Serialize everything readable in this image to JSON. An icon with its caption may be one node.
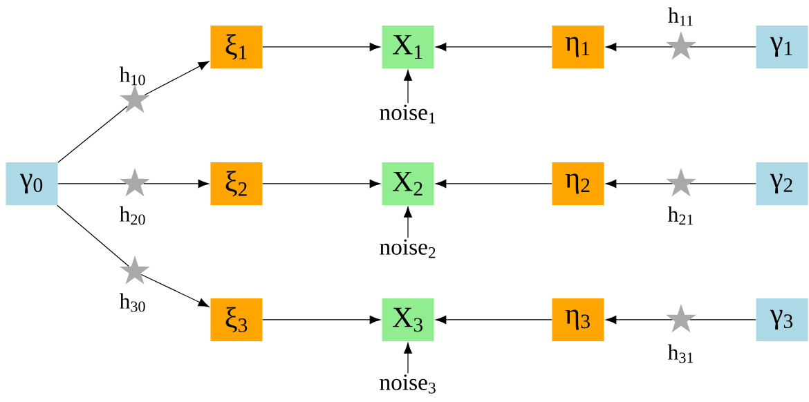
{
  "diagram": {
    "nodes": [
      {
        "text": [
          "γ$_{0}$"
        ]
      },
      {
        "text": [],
        "shape": "star",
        "beside": [
          "h$_{10}$"
        ]
      },
      {
        "text": [
          "ξ$_{1}$"
        ]
      },
      {
        "text": [
          "X$_{1}$"
        ]
      },
      {
        "text": [
          "η$_{1}$"
        ]
      },
      {
        "text": [],
        "shape": "star",
        "beside": [
          "h$_{11}$"
        ]
      },
      {
        "text": [
          "γ$_{1}$"
        ]
      },
      {
        "text": [
          "noise$_{1}$"
        ]
      },
      {
        "text": [],
        "shape": "star",
        "beside": [
          "h$_{20}$"
        ]
      },
      {
        "text": [
          "ξ$_{2}$"
        ]
      },
      {
        "text": [
          "X$_{2}$"
        ]
      },
      {
        "text": [
          "η$_{2}$"
        ]
      },
      {
        "text": [],
        "shape": "star",
        "beside": [
          "h$_{21}$"
        ]
      },
      {
        "text": [
          "γ$_{2}$"
        ]
      },
      {
        "text": [
          "noise$_{2}$"
        ]
      },
      {
        "text": [],
        "shape": "star",
        "beside": [
          "h$_{30}$"
        ]
      },
      {
        "text": [
          "ξ$_{3}$"
        ]
      },
      {
        "text": [
          "X$_{3}$"
        ]
      },
      {
        "text": [
          "η$_{3}$"
        ]
      },
      {
        "text": [],
        "shape": "star",
        "beside": [
          "h$_{31}$"
        ]
      },
      {
        "text": [
          "γ$_{3}$"
        ]
      },
      {
        "text": [
          "noise$_{3}$"
        ]
      }
    ],
    "edges": [
      {
        "from": 0,
        "to": 1,
        "arrow": "none"
      },
      {
        "from": 1,
        "to": 2,
        "arrow": "to"
      },
      {
        "from": 2,
        "to": 3,
        "arrow": "to"
      },
      {
        "from": 4,
        "to": 3,
        "arrow": "to"
      },
      {
        "from": 6,
        "to": 5,
        "arrow": "none"
      },
      {
        "from": 5,
        "to": 4,
        "arrow": "to"
      },
      {
        "from": 7,
        "to": 3,
        "arrow": "to"
      },
      {
        "from": 0,
        "to": 8,
        "arrow": "none"
      },
      {
        "from": 8,
        "to": 9,
        "arrow": "to"
      },
      {
        "from": 9,
        "to": 10,
        "arrow": "to"
      },
      {
        "from": 11,
        "to": 10,
        "arrow": "to"
      },
      {
        "from": 13,
        "to": 12,
        "arrow": "none"
      },
      {
        "from": 12,
        "to": 11,
        "arrow": "to"
      },
      {
        "from": 14,
        "to": 10,
        "arrow": "to"
      },
      {
        "from": 0,
        "to": 15,
        "arrow": "none"
      },
      {
        "from": 15,
        "to": 16,
        "arrow": "to"
      },
      {
        "from": 16,
        "to": 17,
        "arrow": "to"
      },
      {
        "from": 18,
        "to": 17,
        "arrow": "to"
      },
      {
        "from": 20,
        "to": 19,
        "arrow": "none"
      },
      {
        "from": 19,
        "to": 18,
        "arrow": "to"
      },
      {
        "from": 21,
        "to": 17,
        "arrow": "to"
      }
    ]
  }
}
